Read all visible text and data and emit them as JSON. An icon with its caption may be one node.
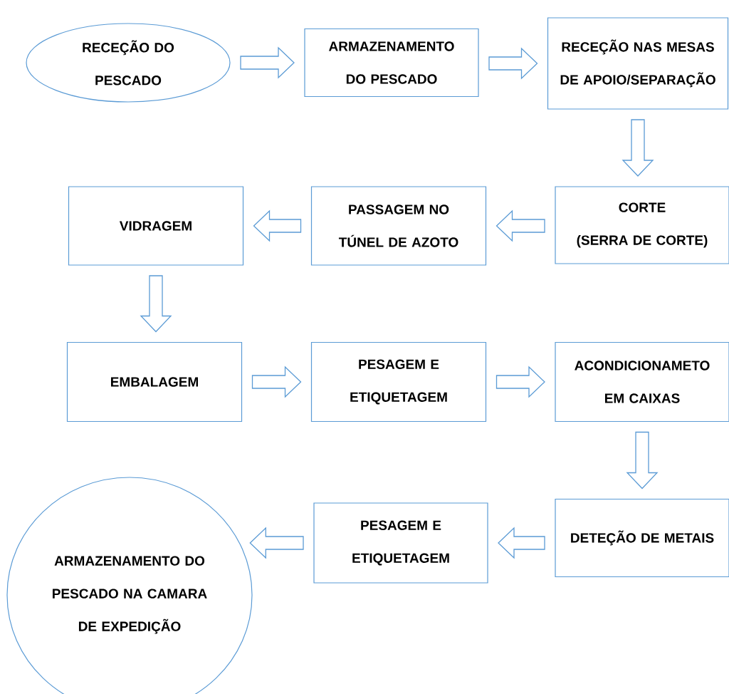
{
  "diagram": {
    "nodes": [
      {
        "text": [
          "RECEÇÃO DO PESCADO"
        ]
      },
      {
        "text": [
          "ARMAZENAMENTO DO PESCADO"
        ]
      },
      {
        "text": [
          "RECEÇÃO NAS MESAS DE APOIO/SEPARAÇÃO"
        ]
      },
      {
        "text": [
          "CORTE",
          "(SERRA DE CORTE)"
        ]
      },
      {
        "text": [
          "PASSAGEM NO TÚNEL DE AZOTO"
        ]
      },
      {
        "text": [
          "VIDRAGEM"
        ]
      },
      {
        "text": [
          "EMBALAGEM"
        ]
      },
      {
        "text": [
          "PESAGEM E ETIQUETAGEM"
        ]
      },
      {
        "text": [
          "ACONDICIONAMETO EM CAIXAS"
        ]
      },
      {
        "text": [
          "DETEÇÃO DE METAIS"
        ]
      },
      {
        "text": [
          "PESAGEM E ETIQUETAGEM"
        ]
      },
      {
        "text": [
          "ARMAZENAMENTO DO PESCADO NA CAMARA DE EXPEDIÇÃO"
        ]
      }
    ],
    "edges": [
      {
        "from": 0,
        "to": 1,
        "arrow": "to"
      },
      {
        "from": 1,
        "to": 2,
        "arrow": "to"
      },
      {
        "from": 2,
        "to": 3,
        "arrow": "to"
      },
      {
        "from": 3,
        "to": 4,
        "arrow": "to"
      },
      {
        "from": 4,
        "to": 5,
        "arrow": "to"
      },
      {
        "from": 5,
        "to": 6,
        "arrow": "to"
      },
      {
        "from": 6,
        "to": 7,
        "arrow": "to"
      },
      {
        "from": 7,
        "to": 8,
        "arrow": "to"
      },
      {
        "from": 8,
        "to": 9,
        "arrow": "to"
      },
      {
        "from": 9,
        "to": 10,
        "arrow": "to"
      },
      {
        "from": 10,
        "to": 11,
        "arrow": "to"
      }
    ]
  }
}
